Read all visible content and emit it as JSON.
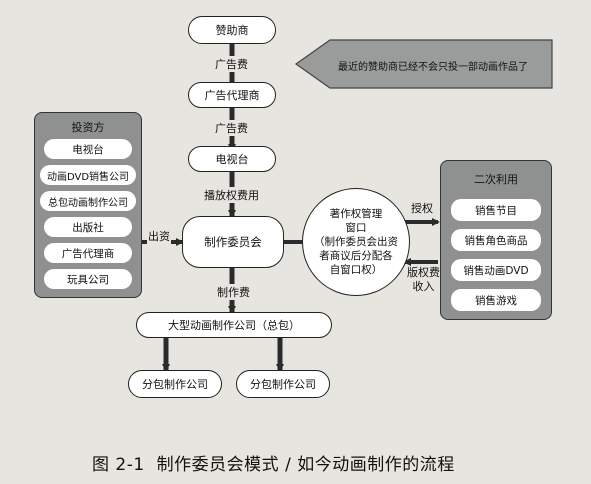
{
  "nodes": {
    "sponsor": "赞助商",
    "ad_agency": "广告代理商",
    "tv_station": "电视台",
    "committee": "制作委员会",
    "main_studio": "大型动画制作公司（总包）",
    "sub_studio_1": "分包制作公司",
    "sub_studio_2": "分包制作公司"
  },
  "edge_labels": {
    "ad_fee_1": "广告费",
    "ad_fee_2": "广告费",
    "broadcast_fee": "播放权费用",
    "production_fee": "制作费",
    "investment": "出资",
    "license": "授权",
    "royalty_line1": "版权费",
    "royalty_line2": "收入"
  },
  "note": "最近的赞助商已经不会只投一部动画作品了",
  "investors": {
    "title": "投资方",
    "items": [
      "电视台",
      "动画DVD销售公司",
      "总包动画制作公司",
      "出版社",
      "广告代理商",
      "玩具公司"
    ]
  },
  "copyright_window": {
    "lines": [
      "著作权管理",
      "窗口",
      "（制作委员会出资",
      "者商议后分配各",
      "自窗口权）"
    ]
  },
  "secondary_use": {
    "title": "二次利用",
    "items": [
      "销售节目",
      "销售角色商品",
      "销售动画DVD",
      "销售游戏"
    ]
  },
  "caption": {
    "figure": "图 2-1",
    "text": "制作委员会模式 / 如今动画制作的流程"
  }
}
